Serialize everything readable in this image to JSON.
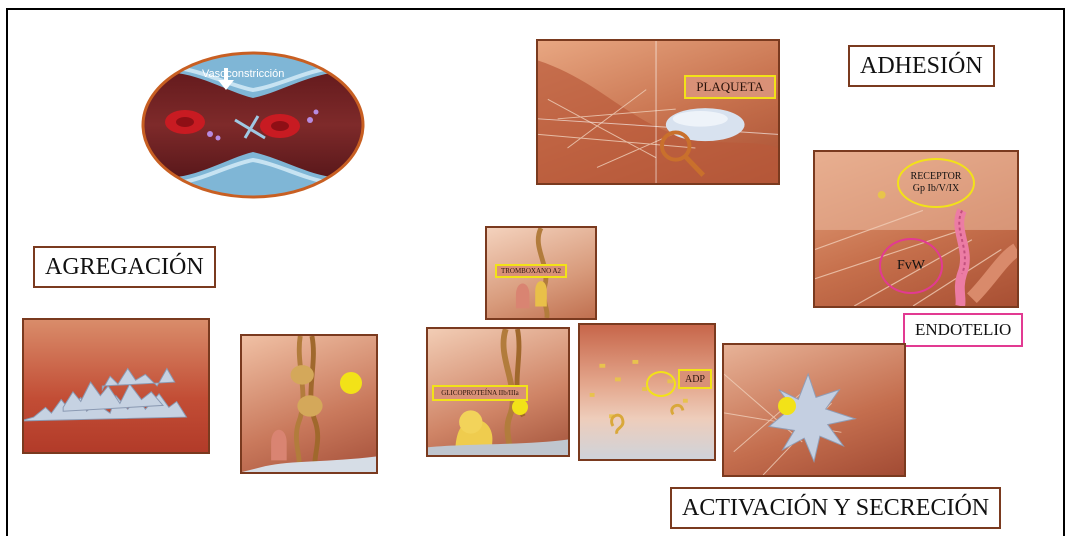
{
  "labels": {
    "adhesion": "ADHESIÓN",
    "agregacion": "AGREGACIÓN",
    "activacion": "ACTIVACIÓN Y SECRECIÓN",
    "endotelio": "ENDOTELIO"
  },
  "vaso": {
    "caption": "Vasoconstricción"
  },
  "plaqueta": {
    "tag": "PLAQUETA"
  },
  "receptor": {
    "line1": "RECEPTOR",
    "line2": "Gp Ib/V/IX",
    "fvw": "FvW"
  },
  "tromboxano": {
    "tag": "TROMBOXANO A2"
  },
  "glicoproteina": {
    "tag": "GLICOPROTEÍNA IIb/IIIa"
  },
  "adp": {
    "tag": "ADP"
  },
  "colors": {
    "frame_border": "#7a3a1f",
    "yellow_highlight": "#f2e218",
    "pink_highlight": "#e23a92",
    "tissue_base": "#c7714d",
    "platelet": "#c9d3e4"
  }
}
